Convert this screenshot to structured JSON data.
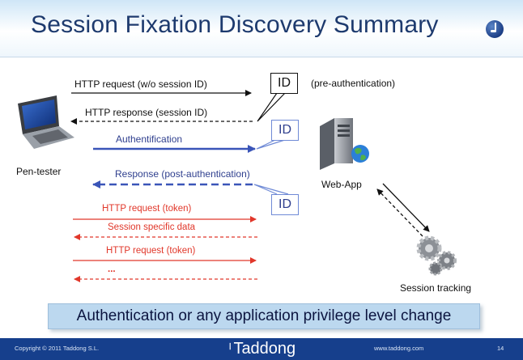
{
  "slide": {
    "title": "Session Fixation Discovery Summary"
  },
  "diagram": {
    "pentester_label": "Pen-tester",
    "webapp_label": "Web-App",
    "session_tracking_label": "Session tracking",
    "pre_auth_note": "(pre-authentication)",
    "id_boxes": [
      "ID",
      "ID",
      "ID"
    ],
    "messages": {
      "req_no_session": "HTTP request (w/o session ID)",
      "resp_session": "HTTP response (session ID)",
      "authentication": "Authentification",
      "resp_post_auth": "Response (post-authentication)",
      "req_token_1": "HTTP request (token)",
      "session_data": "Session specific data",
      "req_token_2": "HTTP request (token)",
      "ellipsis": "..."
    }
  },
  "banner": {
    "text": "Authentication or any application privilege level change"
  },
  "footer": {
    "copyright": "Copyright © 2011 Taddong S.L.",
    "brand": "Taddong",
    "url": "www.taddong.com",
    "page": "14"
  },
  "colors": {
    "title": "#1d3a6e",
    "black_arrows": "#111111",
    "blue_arrows": "#3a55b8",
    "red_arrows": "#e1372a",
    "banner": "#bcd8ef",
    "footer": "#163f8c"
  }
}
